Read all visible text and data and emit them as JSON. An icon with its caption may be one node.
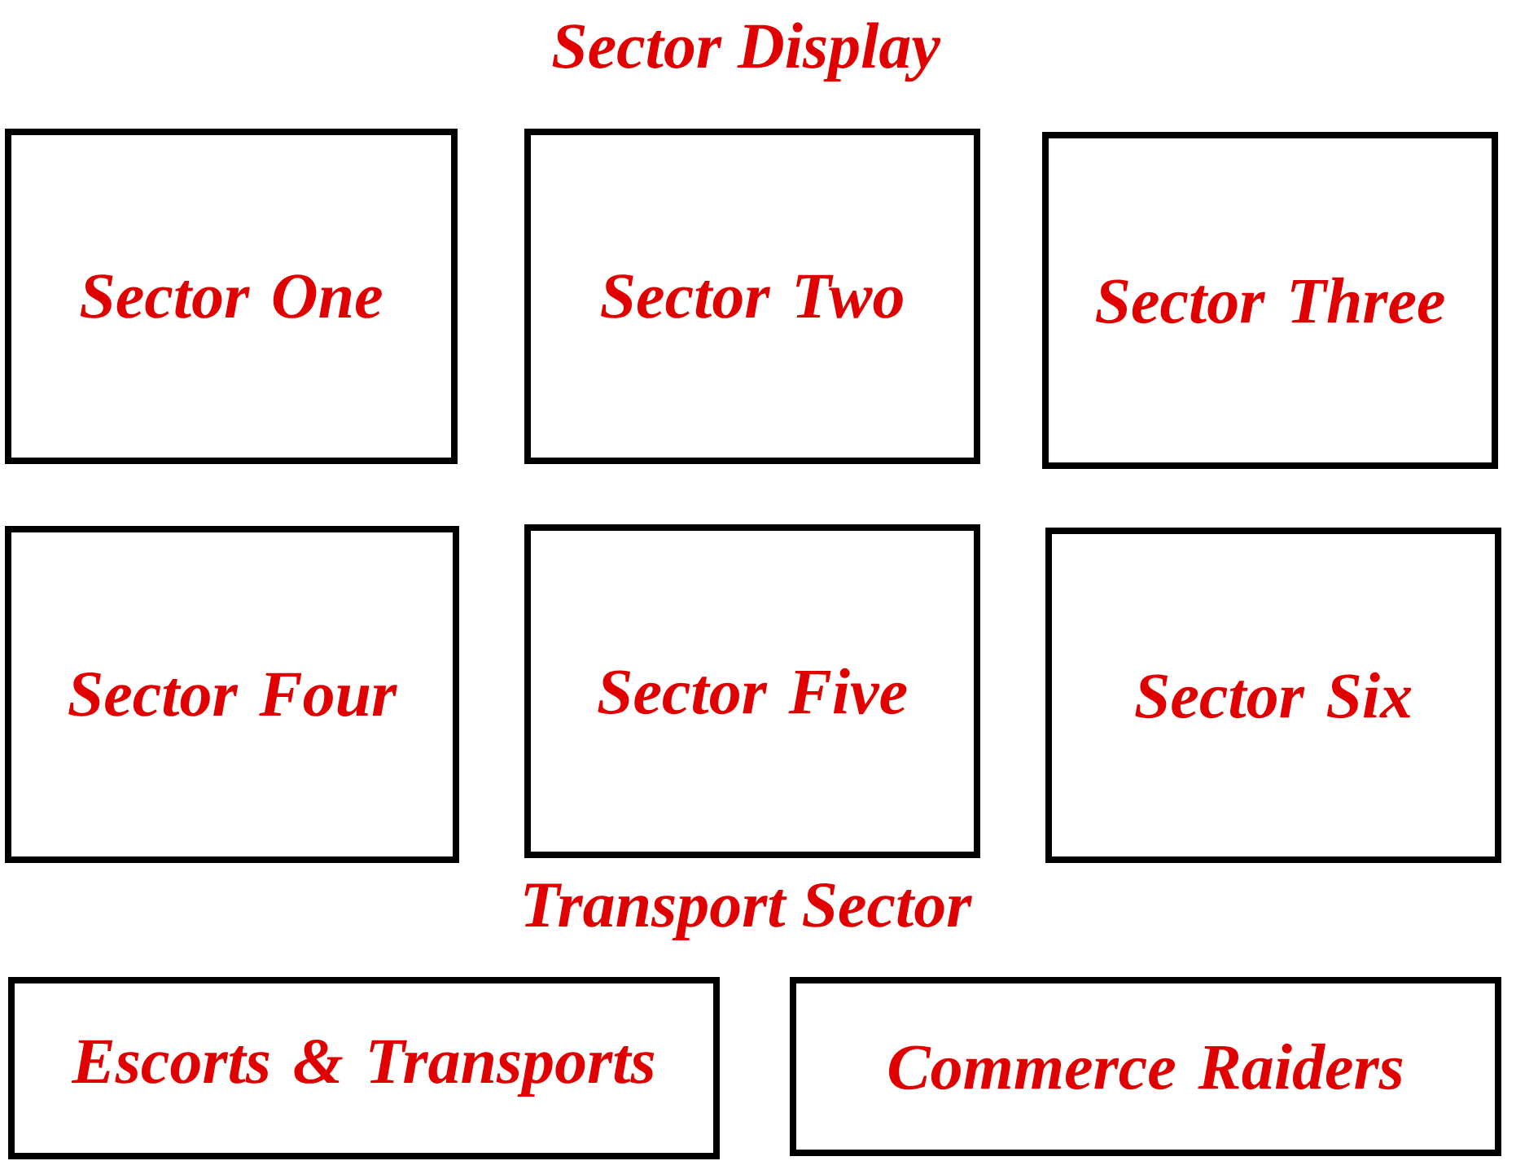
{
  "diagram": {
    "title": "Sector Display",
    "nodes": [
      {
        "text": [
          "Sector One"
        ]
      },
      {
        "text": [
          "Sector Two"
        ]
      },
      {
        "text": [
          "Sector Three"
        ]
      },
      {
        "text": [
          "Sector Four"
        ]
      },
      {
        "text": [
          "Sector Five"
        ]
      },
      {
        "text": [
          "Sector Six"
        ]
      },
      {
        "text": [
          "Escorts & Transports"
        ]
      },
      {
        "text": [
          "Commerce Raiders"
        ]
      }
    ],
    "labels": [
      "Transport Sector"
    ]
  }
}
